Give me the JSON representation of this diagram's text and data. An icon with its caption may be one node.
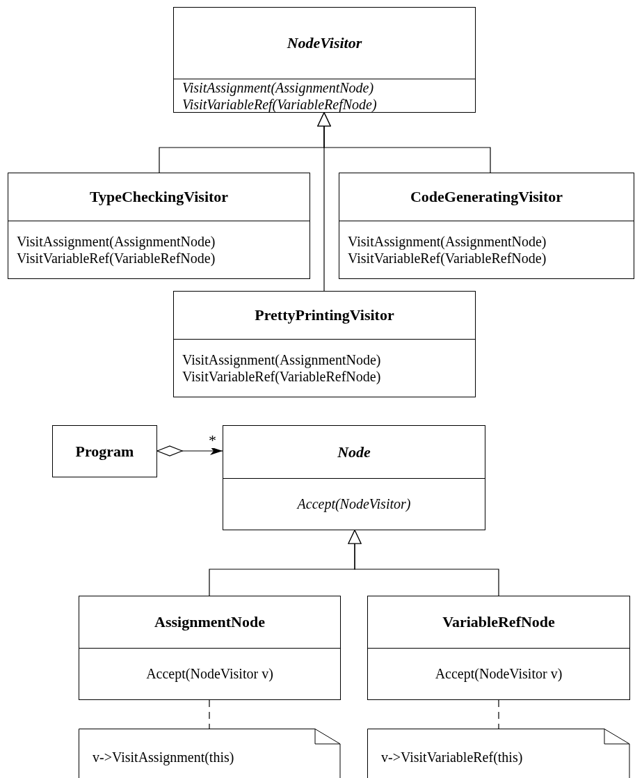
{
  "diagram": {
    "nodes": [
      {
        "text": [
          "NodeVisitor",
          "VisitAssignment(AssignmentNode)",
          "VisitVariableRef(VariableRefNode)"
        ]
      },
      {
        "text": [
          "TypeCheckingVisitor",
          "VisitAssignment(AssignmentNode)",
          "VisitVariableRef(VariableRefNode)"
        ]
      },
      {
        "text": [
          "CodeGeneratingVisitor",
          "VisitAssignment(AssignmentNode)",
          "VisitVariableRef(VariableRefNode)"
        ]
      },
      {
        "text": [
          "PrettyPrintingVisitor",
          "VisitAssignment(AssignmentNode)",
          "VisitVariableRef(VariableRefNode)"
        ]
      },
      {
        "text": [
          "Program"
        ]
      },
      {
        "text": [
          "Node",
          "Accept(NodeVisitor)"
        ]
      },
      {
        "text": [
          "AssignmentNode",
          "Accept(NodeVisitor v)"
        ]
      },
      {
        "text": [
          "VariableRefNode",
          "Accept(NodeVisitor v)"
        ]
      },
      {
        "text": [
          "v->VisitAssignment(this)"
        ]
      },
      {
        "text": [
          "v->VisitVariableRef(this)"
        ]
      }
    ],
    "edges": [
      {
        "from": 1,
        "to": 0,
        "arrow": "to"
      },
      {
        "from": 2,
        "to": 0,
        "arrow": "to"
      },
      {
        "from": 3,
        "to": 0,
        "arrow": "to"
      },
      {
        "from": 4,
        "to": 5,
        "arrow": "to",
        "label": "*"
      },
      {
        "from": 6,
        "to": 5,
        "arrow": "to"
      },
      {
        "from": 7,
        "to": 5,
        "arrow": "to"
      },
      {
        "from": 6,
        "to": 8,
        "arrow": "none",
        "style": "dashed"
      },
      {
        "from": 7,
        "to": 9,
        "arrow": "none",
        "style": "dashed"
      }
    ]
  }
}
